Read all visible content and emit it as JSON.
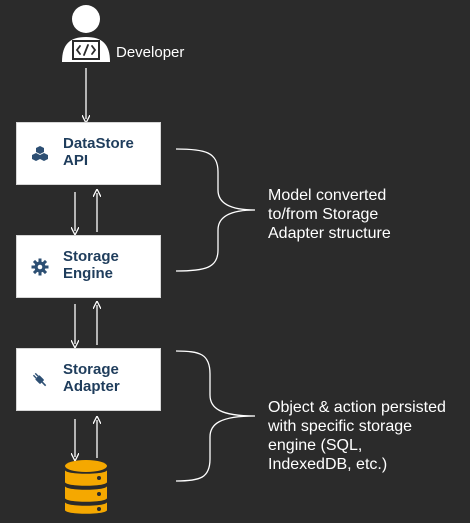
{
  "developer": {
    "label": "Developer",
    "icon": "developer-icon"
  },
  "boxes": [
    {
      "lines": [
        "DataStore",
        "API"
      ],
      "icon": "cubes-icon"
    },
    {
      "lines": [
        "Storage",
        "Engine"
      ],
      "icon": "gear-icon"
    },
    {
      "lines": [
        "Storage",
        "Adapter"
      ],
      "icon": "plug-icon"
    }
  ],
  "database": {
    "icon": "database-icon"
  },
  "notes": [
    {
      "lines": [
        "Model converted",
        "to/from Storage",
        "Adapter structure"
      ]
    },
    {
      "lines": [
        "Object & action persisted",
        "with specific storage",
        "engine (SQL,",
        "IndexedDB, etc.)"
      ]
    }
  ],
  "colors": {
    "background": "#2b2b2b",
    "box": "#ffffff",
    "label": "#1f3d5c",
    "icon": "#2d4f73",
    "database": "#f5a800"
  }
}
